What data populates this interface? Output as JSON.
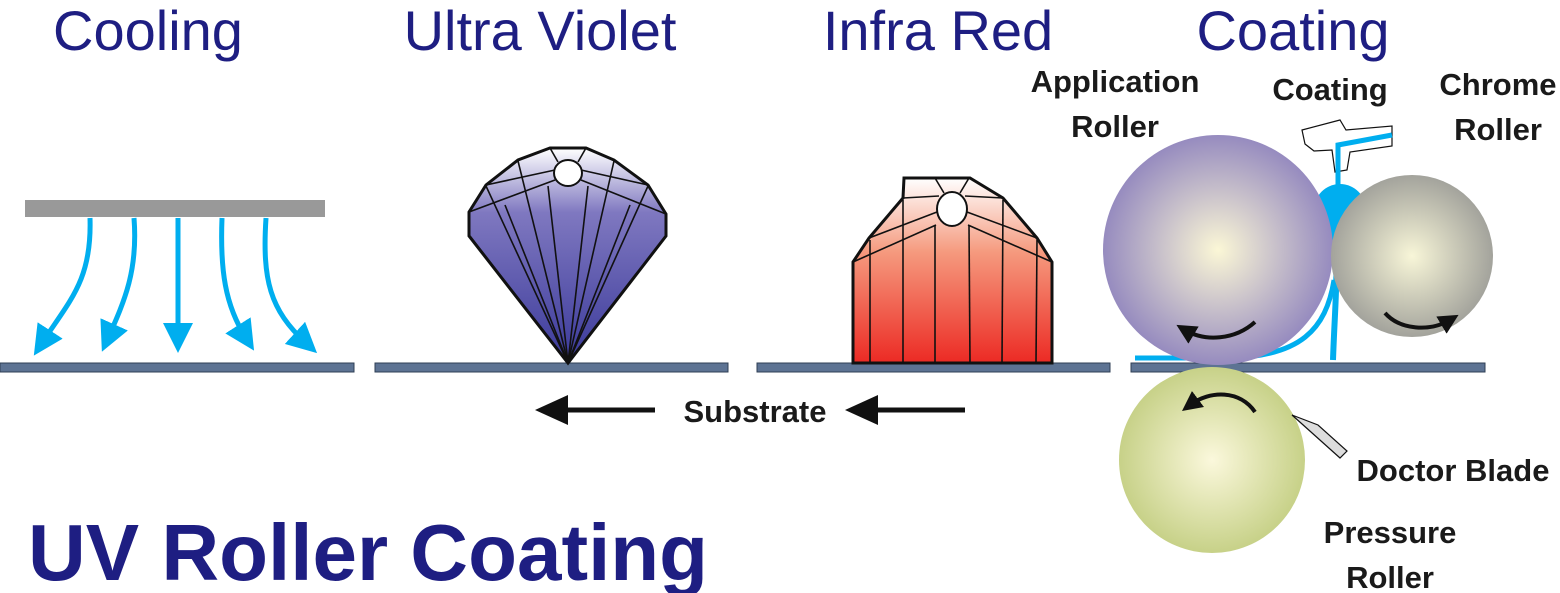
{
  "sections": {
    "cooling": "Cooling",
    "ultra_violet": "Ultra Violet",
    "infra_red": "Infra Red",
    "coating": "Coating"
  },
  "labels": {
    "application_roller": [
      "Application",
      "Roller"
    ],
    "coating": "Coating",
    "chrome_roller": [
      "Chrome",
      "Roller"
    ],
    "doctor_blade": "Doctor Blade",
    "pressure_roller": [
      "Pressure",
      "Roller"
    ],
    "substrate": "Substrate"
  },
  "title": "UV Roller Coating",
  "colors": {
    "heading": "#1e1e82",
    "cooling_air": "#00aeef",
    "substrate": "#5d7393",
    "application_roller": "#9a8fc0",
    "chrome_roller": "#a6a69e",
    "pressure_roller": "#c8d28a"
  }
}
